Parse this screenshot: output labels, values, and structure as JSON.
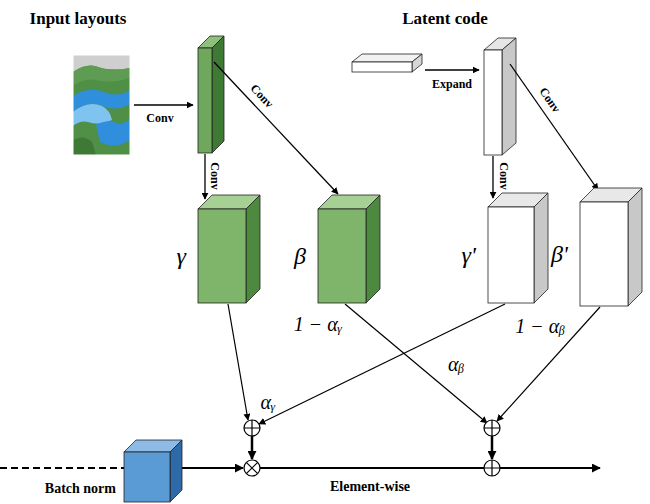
{
  "diagram": {
    "nodes": [
      {
        "text": [
          "γ"
        ]
      },
      {
        "text": [
          "β"
        ]
      },
      {
        "text": [
          "γ'"
        ]
      },
      {
        "text": [
          "β'"
        ]
      },
      {
        "text": [
          "Batch norm"
        ]
      }
    ],
    "labels": [
      "Input layouts",
      "Latent code",
      "Conv",
      "Conv",
      "Conv",
      "Expand",
      "Conv",
      "Conv",
      "αᵧ",
      "1 − αᵧ",
      "αᵦ",
      "1 − αᵦ",
      "Element-wise"
    ]
  }
}
